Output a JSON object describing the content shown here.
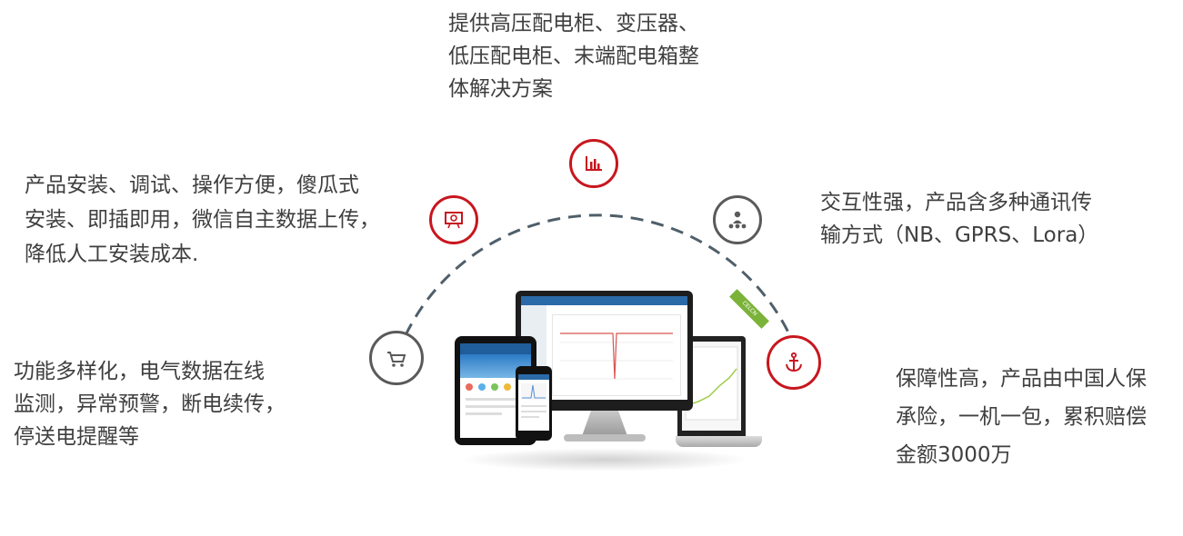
{
  "features": {
    "top": [
      "提供高压配电柜、变压器、",
      "低压配电柜、末端配电箱整",
      "体解决方案"
    ],
    "upper_left": [
      "产品安装、调试、操作方便，傻瓜式",
      "安装、即插即用，微信自主数据上传，",
      "降低人工安装成本."
    ],
    "upper_right": [
      "交互性强，产品含多种通讯传",
      "输方式（NB、GPRS、Lora）"
    ],
    "lower_left": [
      "功能多样化，电气数据在线",
      "监测，异常预警，断电续传，",
      "停送电提醒等"
    ],
    "lower_right": [
      "保障性高，产品由中国人保",
      "承险，一机一包，累积赔偿",
      "金额3000万"
    ]
  },
  "icons": {
    "top": "bar-chart-icon",
    "upper_left": "presentation-board-icon",
    "upper_right": "network-hierarchy-icon",
    "lower_left": "shopping-cart-icon",
    "lower_right": "anchor-icon"
  },
  "colors": {
    "accent_red": "#c8161e",
    "icon_gray": "#5a5a5a",
    "arc": "#4f5f6a",
    "text": "#3f3f3f"
  },
  "devices": {
    "monitor_ribbon": "CELCN"
  }
}
